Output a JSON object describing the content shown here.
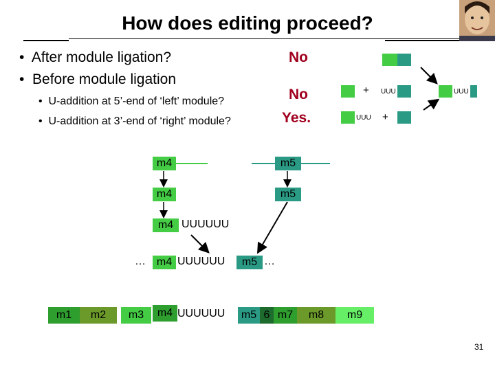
{
  "title": "How does editing proceed?",
  "bullets": [
    {
      "text": "After module ligation?",
      "answer": "No"
    },
    {
      "text": "Before module ligation"
    }
  ],
  "sub_bullets": [
    {
      "text": "U-addition at 5’-end of ‘left’ module?",
      "answer": "No"
    },
    {
      "text": "U-addition at 3’-end of ‘right’ module?",
      "answer": "Yes."
    }
  ],
  "schematic": {
    "plus_symbol": "+",
    "uuu": "UUU"
  },
  "modules": {
    "m4": "m4",
    "m5": "m5"
  },
  "steps": {
    "uuuuuu": "UUUUUU",
    "ellipsis": "…"
  },
  "final_row": [
    "m1",
    "m2",
    "m3",
    "m4",
    "UUUUUU",
    "m5",
    "6",
    "m7",
    "m8",
    "m9"
  ],
  "page_number": "31",
  "colors": {
    "light_green": "#44cc44",
    "dark_green": "#2e9e2e",
    "teal": "#2b9a84",
    "olive": "#6b9a2a",
    "bright_green": "#66ee66",
    "answer_red": "#a0001e"
  }
}
